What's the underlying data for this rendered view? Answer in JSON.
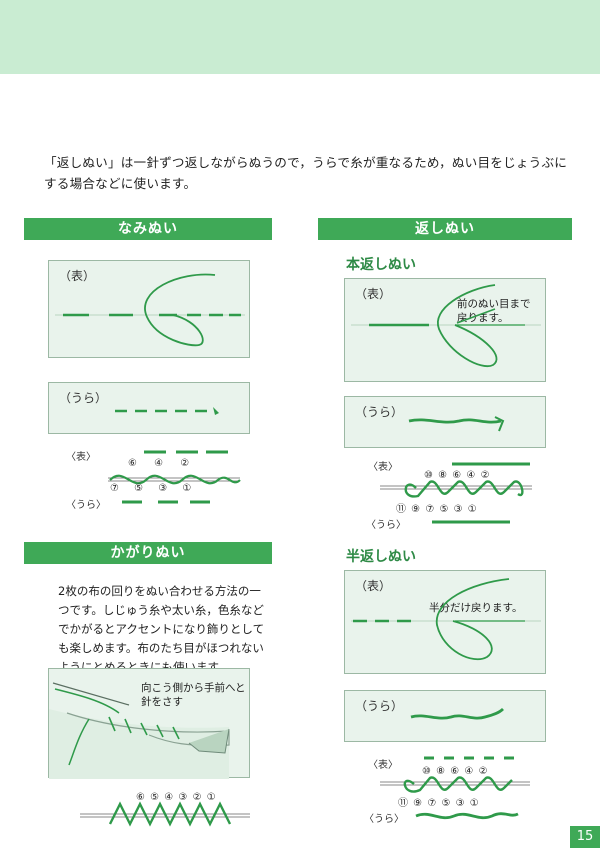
{
  "intro_text": "「返しぬい」は一針ずつ返しながらぬうので，うらで糸が重なるため，ぬい目をじょうぶにする場合などに使います。",
  "sections": {
    "nami": {
      "title": "なみぬい",
      "front_tag": "（表）",
      "back_tag": "（うら）",
      "diag_front": "〈表〉",
      "diag_back": "〈うら〉",
      "nums_top": "⑥ ④ ②",
      "nums_bottom": "⑦ ⑤ ③ ①"
    },
    "kaeshi": {
      "title": "返しぬい",
      "hon": {
        "title": "本返しぬい",
        "front_tag": "（表）",
        "note": "前のぬい目まで\n戻ります。",
        "back_tag": "（うら）",
        "diag_front": "〈表〉",
        "diag_back": "〈うら〉",
        "nums_top": "⑩ ⑧ ⑥ ④ ②",
        "nums_bottom": "⑪ ⑨ ⑦ ⑤ ③ ①"
      },
      "han": {
        "title": "半返しぬい",
        "front_tag": "（表）",
        "note": "半分だけ戻ります。",
        "back_tag": "（うら）",
        "diag_front": "〈表〉",
        "diag_back": "〈うら〉",
        "nums_top": "⑩ ⑧ ⑥ ④ ②",
        "nums_bottom": "⑪ ⑨ ⑦ ⑤ ③ ①"
      }
    },
    "kagari": {
      "title": "かがりぬい",
      "body": "2枚の布の回りをぬい合わせる方法の一つです。しじゅう糸や太い糸，色糸などでかがるとアクセントになり飾りとしても楽しめます。布のたち目がほつれないようにとめるときにも使います。",
      "note": "向こう側から手前へと\n針をさす",
      "nums": "⑥ ⑤ ④ ③ ② ①"
    }
  },
  "page_number": "15",
  "colors": {
    "accent": "#3fa957",
    "band": "#c9ecd2",
    "thread": "#2f9a4a"
  }
}
